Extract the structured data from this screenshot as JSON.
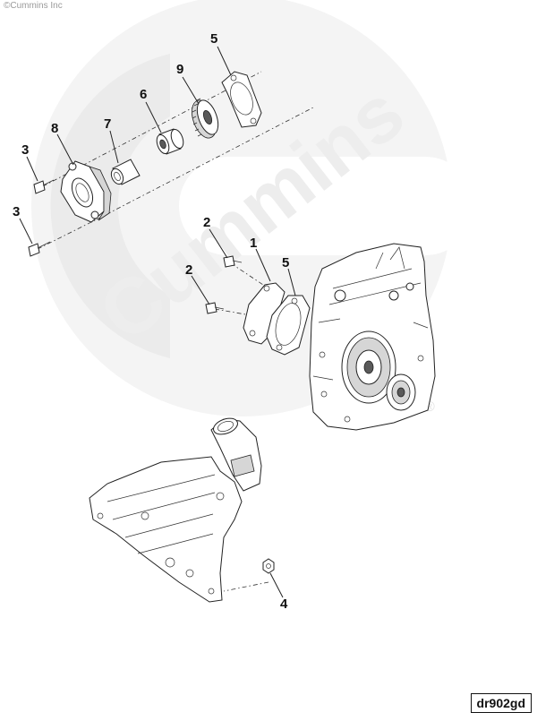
{
  "copyright": "©Cummins Inc",
  "watermark": {
    "text": "Cummins",
    "registered_mark": "®",
    "color": "#f2f2f2"
  },
  "figure_ref": "dr902gd",
  "callouts": [
    {
      "id": "c5-top",
      "label": "5"
    },
    {
      "id": "c9",
      "label": "9"
    },
    {
      "id": "c6",
      "label": "6"
    },
    {
      "id": "c7",
      "label": "7"
    },
    {
      "id": "c8",
      "label": "8"
    },
    {
      "id": "c3-a",
      "label": "3"
    },
    {
      "id": "c3-b",
      "label": "3"
    },
    {
      "id": "c2-a",
      "label": "2"
    },
    {
      "id": "c1",
      "label": "1"
    },
    {
      "id": "c5-b",
      "label": "5"
    },
    {
      "id": "c2-b",
      "label": "2"
    },
    {
      "id": "c4",
      "label": "4"
    }
  ]
}
